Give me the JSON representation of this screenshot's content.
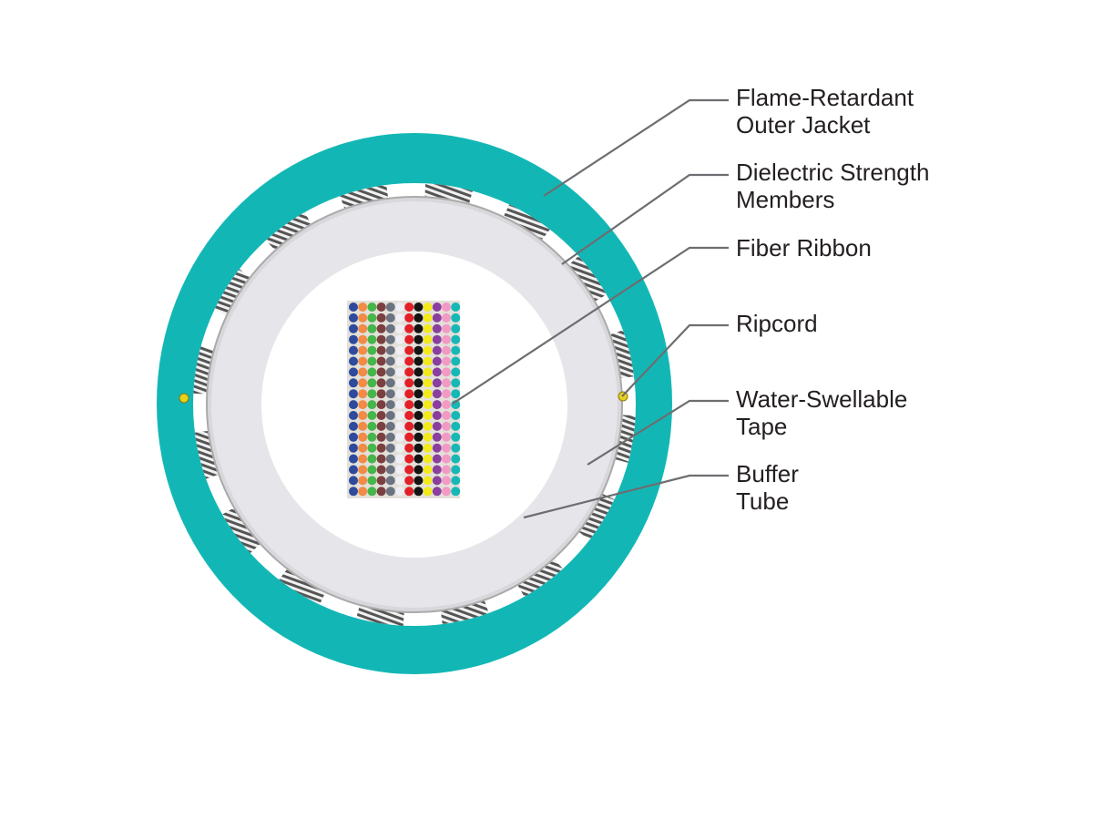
{
  "labels": [
    {
      "id": "jacket",
      "line1": "Flame-Retardant",
      "line2": "Outer Jacket"
    },
    {
      "id": "strength",
      "line1": "Dielectric Strength",
      "line2": "Members"
    },
    {
      "id": "ribbon",
      "line1": "Fiber Ribbon",
      "line2": ""
    },
    {
      "id": "ripcord",
      "line1": "Ripcord",
      "line2": ""
    },
    {
      "id": "tape",
      "line1": "Water-Swellable",
      "line2": "Tape"
    },
    {
      "id": "buffer",
      "line1": "Buffer",
      "line2": "Tube"
    }
  ],
  "colors": {
    "jacket": "#12b7b5",
    "buffer_tube": "#e6e6ea",
    "ripcord": "#e8d21a",
    "leader": "#6d6e71",
    "fiber_columns": [
      "#2e4a9c",
      "#f28b45",
      "#45b649",
      "#7b3f3f",
      "#6b7280",
      "#eeeef4",
      "#e32027",
      "#141414",
      "#f2ea1b",
      "#8a3fa0",
      "#f29ac4",
      "#16b8b6"
    ]
  },
  "ribbon": {
    "rows": 18,
    "columns": 12
  }
}
